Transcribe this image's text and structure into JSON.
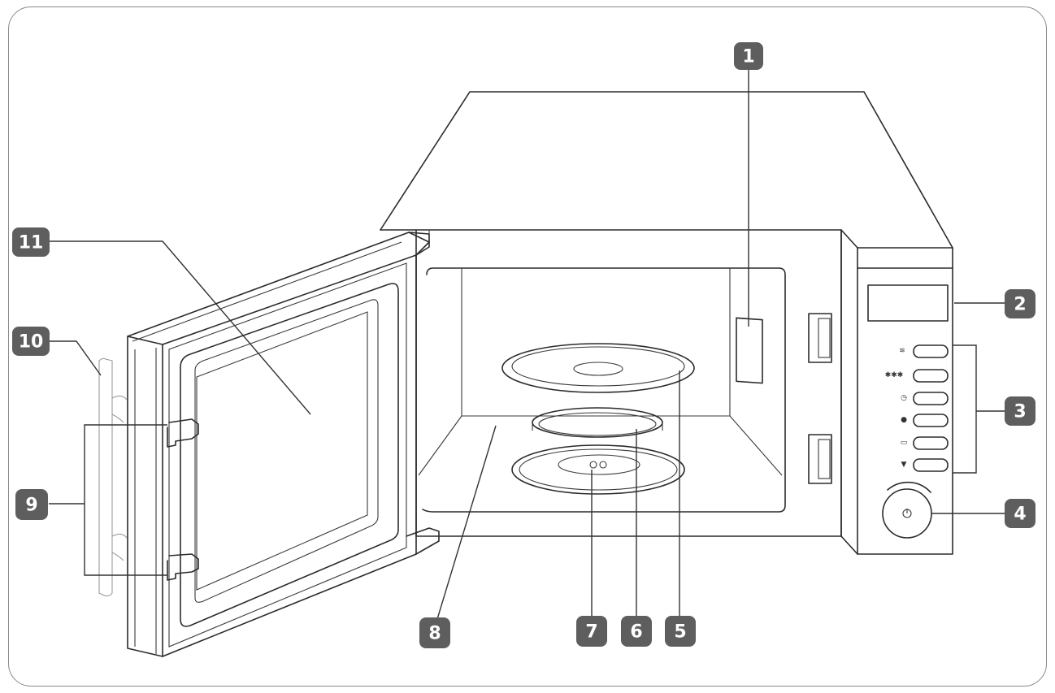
{
  "diagram": {
    "callouts": [
      {
        "id": "1",
        "label": "1"
      },
      {
        "id": "2",
        "label": "2"
      },
      {
        "id": "3",
        "label": "3"
      },
      {
        "id": "4",
        "label": "4"
      },
      {
        "id": "5",
        "label": "5"
      },
      {
        "id": "6",
        "label": "6"
      },
      {
        "id": "7",
        "label": "7"
      },
      {
        "id": "8",
        "label": "8"
      },
      {
        "id": "9",
        "label": "9"
      },
      {
        "id": "10",
        "label": "10"
      },
      {
        "id": "11",
        "label": "11"
      }
    ],
    "colors": {
      "badge": "#5e5e5e",
      "badge_text": "#ffffff",
      "line": "#2b2b2b"
    }
  }
}
